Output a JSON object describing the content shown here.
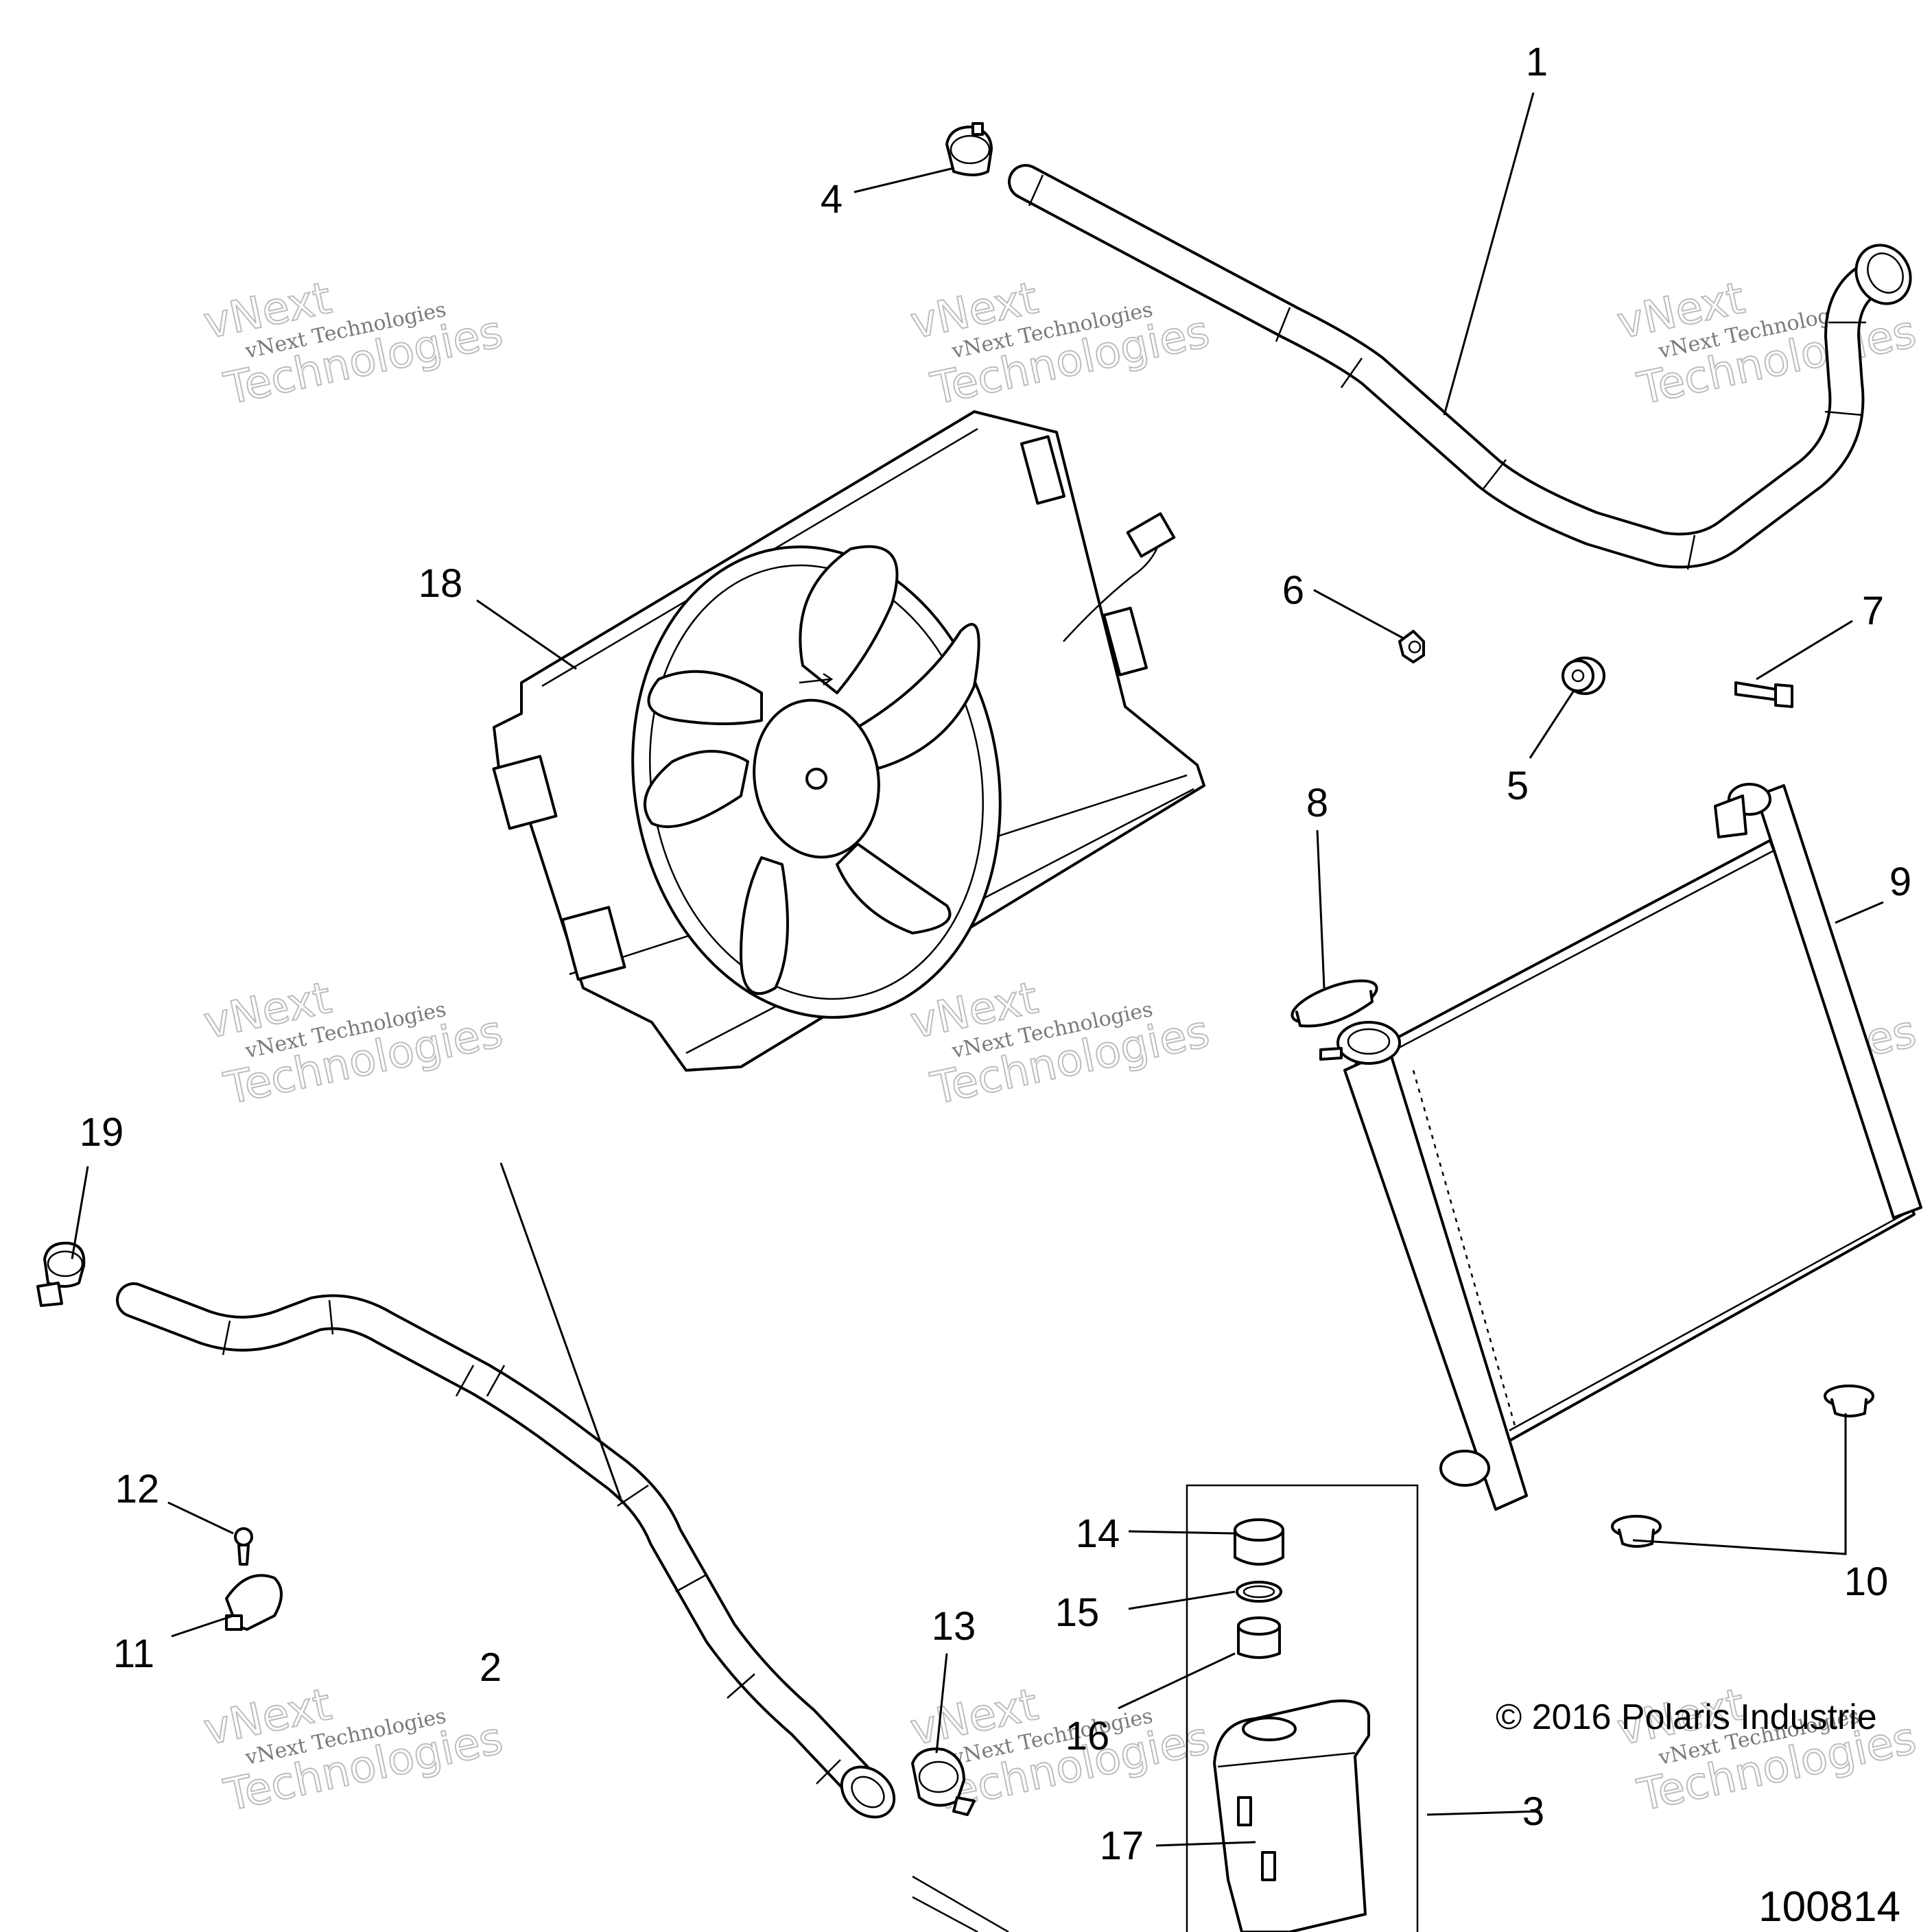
{
  "callouts": [
    "1",
    "2",
    "3",
    "4",
    "5",
    "6",
    "7",
    "8",
    "9",
    "10",
    "11",
    "12",
    "13",
    "14",
    "15",
    "16",
    "17",
    "18",
    "19"
  ],
  "copyright": "© 2016  Polaris Industrie",
  "document_number": "100814",
  "watermark": {
    "line1": "vNext Technologies",
    "line2": "Technologies",
    "line0": "vNext"
  }
}
